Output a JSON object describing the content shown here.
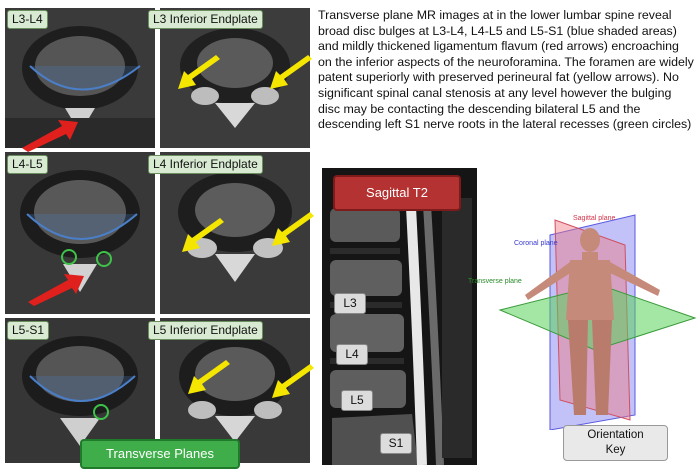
{
  "panels": {
    "l3l4": "L3-L4",
    "l3_endplate": "L3 Inferior Endplate",
    "l4l5": "L4-L5",
    "l4_endplate": "L4 Inferior Endplate",
    "l5s1": "L5-S1",
    "l5_endplate": "L5 Inferior Endplate"
  },
  "description": "Transverse plane MR images at in the lower lumbar spine reveal broad disc bulges at L3-L4, L4-L5 and L5-S1 (blue shaded areas) and mildly thickened ligamentum flavum (red arrows) encroaching on the inferior aspects of the neuroforamina. The foramen are widely patent superiorly with preserved perineural fat (yellow arrows). No significant spinal canal stenosis at any level however the bulging disc may be contacting the descending bilateral L5 and the descending left S1 nerve roots in the lateral recesses (green circles)",
  "sagittal": {
    "title": "Sagittal T2",
    "levels": [
      "L3",
      "L4",
      "L5",
      "S1"
    ]
  },
  "banner": "Transverse Planes",
  "orientation": {
    "sagittal_plane": "Sagittal plane",
    "coronal_plane": "Coronal plane",
    "transverse_plane": "Transverse plane",
    "key": "Orientation Key"
  },
  "colors": {
    "red_arrow": "#e0201c",
    "yellow_arrow": "#f5e600",
    "green_circle": "#3ec24a",
    "disc_outline": "#4a7fc8",
    "sagittal_title": "#b43232",
    "banner": "#3fae4a"
  }
}
